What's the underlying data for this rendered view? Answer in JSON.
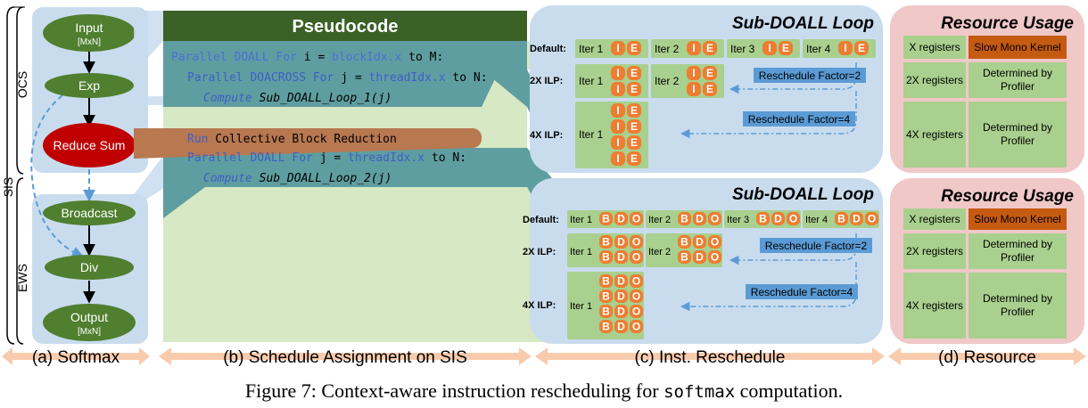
{
  "softmax": {
    "sis": "SIS",
    "ocs": "OCS",
    "ews": "EWS",
    "input": [
      "Input",
      "[MxN]"
    ],
    "exp": "Exp",
    "reduce_sum": "Reduce Sum",
    "broadcast": "Broadcast",
    "div": "Div",
    "output": [
      "Output",
      "[MxN]"
    ]
  },
  "pseudocode": {
    "title": "Pseudocode",
    "line1": {
      "kw": "Parallel DOALL For",
      "plain1": " i = ",
      "var": "blockIdx.x",
      "plain2": " to M:"
    },
    "line2": {
      "kw": "Parallel DOACROSS For",
      "plain1": " j = ",
      "var": "threadIdx.x",
      "plain2": " to N:"
    },
    "line3": {
      "kw": "Compute",
      "fn": " Sub_DOALL_Loop_1(j)"
    },
    "line4": {
      "kw": "Run",
      "plain": " Collective Block Reduction"
    },
    "line5": {
      "kw": "Parallel DOALL For",
      "plain1": " j = ",
      "var": "threadIdx.x",
      "plain2": " to N:"
    },
    "line6": {
      "kw": "Compute",
      "fn": " Sub_DOALL_Loop_2(j)"
    }
  },
  "top_loop": {
    "title": "Sub-DOALL Loop",
    "default_label": "Default:",
    "ilp2_label": "2X ILP:",
    "ilp4_label": "4X ILP:",
    "iters": [
      "Iter 1",
      "Iter 2",
      "Iter 3",
      "Iter 4"
    ],
    "ops": [
      "I",
      "E"
    ],
    "factor2": "Reschedule Factor=2",
    "factor4": "Reschedule Factor=4"
  },
  "bottom_loop": {
    "title": "Sub-DOALL Loop",
    "default_label": "Default:",
    "ilp2_label": "2X ILP:",
    "ilp4_label": "4X ILP:",
    "iters": [
      "Iter 1",
      "Iter 2",
      "Iter 3",
      "Iter 4"
    ],
    "ops": [
      "B",
      "D",
      "O"
    ],
    "factor2": "Reschedule Factor=2",
    "factor4": "Reschedule Factor=4"
  },
  "top_resource": {
    "title": "Resource Usage",
    "rows": [
      {
        "reg": "X registers",
        "kernel": "Slow Mono Kernel"
      },
      {
        "reg": "2X registers",
        "kernel": "Determined by Profiler"
      },
      {
        "reg": "4X registers",
        "kernel": "Determined by Profiler"
      }
    ]
  },
  "bottom_resource": {
    "title": "Resource Usage",
    "rows": [
      {
        "reg": "X registers",
        "kernel": "Slow Mono Kernel"
      },
      {
        "reg": "2X registers",
        "kernel": "Determined by Profiler"
      },
      {
        "reg": "4X registers",
        "kernel": "Determined by Profiler"
      }
    ]
  },
  "panels": {
    "a": "(a) Softmax",
    "b": "(b) Schedule Assignment on SIS",
    "c": "(c) Inst. Reschedule",
    "d": "(d) Resource"
  },
  "caption": {
    "prefix": "Figure 7: Context-aware instruction rescheduling for ",
    "code": "softmax",
    "suffix": " computation."
  },
  "colors": {
    "light_blue": "#c9dcee",
    "node_green": "#4f7f2f",
    "reduce_red": "#c00000",
    "header_green": "#3b6127",
    "teal": "#5f9ea0",
    "pale_green": "#d6e8c4",
    "cell_green": "#a9d08e",
    "op_orange": "#ed7d31",
    "factor_blue": "#5b9bd5",
    "pink": "#f0c8c8",
    "kernel_orange": "#c55a11",
    "arrow_peach": "#f8cbad",
    "keyword_blue": "#4a6fd8",
    "run_brown": "#b87850"
  }
}
